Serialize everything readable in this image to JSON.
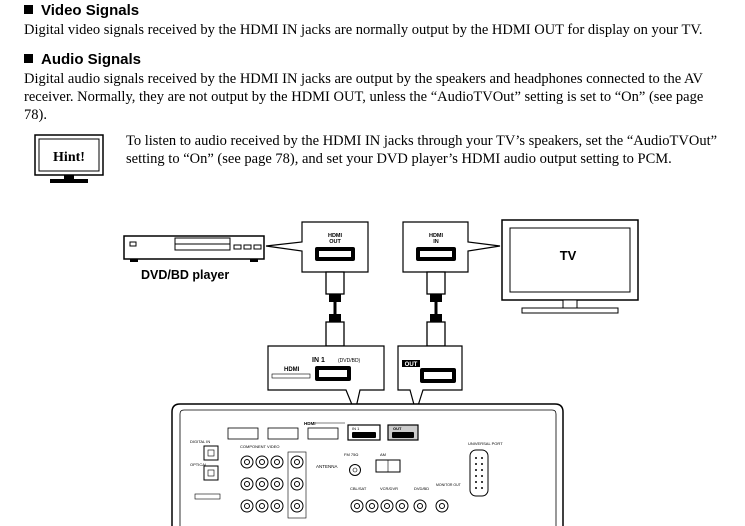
{
  "video": {
    "heading": "Video Signals",
    "text": "Digital video signals received by the HDMI IN jacks are normally output by the HDMI OUT for display on your TV."
  },
  "audio": {
    "heading": "Audio Signals",
    "text": "Digital audio signals received by the HDMI IN jacks are output by the speakers and headphones connected to the AV receiver. Normally, they are not output by the HDMI OUT, unless the “AudioTVOut” setting is set to “On” (see page 78)."
  },
  "hint": {
    "label": "Hint!",
    "text": "To listen to audio received by the HDMI IN jacks through your TV’s speakers, set the “AudioTVOut” setting to “On” (see page 78), and set your DVD player’s HDMI audio output setting to PCM."
  },
  "diagram": {
    "dvd_label": "DVD/BD player",
    "tv_label": "TV",
    "callout_hdmi_out": [
      "HDMI",
      "OUT"
    ],
    "callout_hdmi_in": [
      "HDMI",
      "IN"
    ],
    "rx_in_label": "IN 1",
    "rx_in_sub": "(DVD/BD)",
    "rx_hdmi_label": "HDMI",
    "rx_out_label": "OUT",
    "panel": {
      "hdmi": "HDMI",
      "in1": "IN 1",
      "out": "OUT",
      "digital_in": "DIGITAL IN",
      "optical": "OPTICAL",
      "component": "COMPONENT VIDEO",
      "antenna": "ANTENNA",
      "fm": "FM 75Ω",
      "am": "AM",
      "cbl_sat": "CBL/SAT",
      "vcr_dvr": "VCR/DVR",
      "dvd_bd": "DVD/BD",
      "monitor": "MONITOR OUT",
      "universal": "UNIVERSAL PORT"
    }
  }
}
